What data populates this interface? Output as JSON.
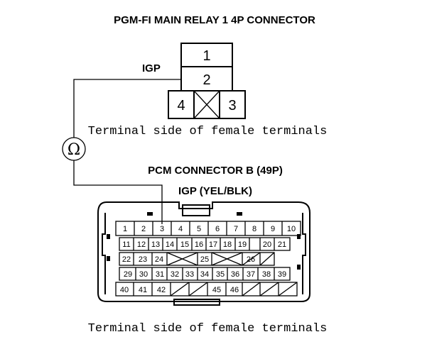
{
  "relay": {
    "title": "PGM-FI MAIN RELAY 1 4P CONNECTOR",
    "terminal_label": "IGP",
    "pins": [
      "1",
      "2",
      "4",
      "3"
    ],
    "caption": "Terminal side of female terminals"
  },
  "meter": {
    "symbol": "Ω"
  },
  "pcm": {
    "title": "PCM CONNECTOR B (49P)",
    "terminal_label": "IGP (YEL/BLK)",
    "rows": [
      [
        "1",
        "2",
        "3",
        "4",
        "5",
        "6",
        "7",
        "8",
        "9",
        "10"
      ],
      [
        "11",
        "12",
        "13",
        "14",
        "15",
        "16",
        "17",
        "18",
        "19",
        "20",
        "21"
      ],
      [
        "22",
        "23",
        "24",
        "",
        "25",
        "",
        "26",
        "",
        ""
      ],
      [
        "29",
        "30",
        "31",
        "32",
        "33",
        "34",
        "35",
        "36",
        "37",
        "38",
        "39"
      ],
      [
        "40",
        "41",
        "42",
        "",
        "",
        "45",
        "46",
        "",
        ""
      ]
    ],
    "caption": "Terminal side of female terminals"
  }
}
